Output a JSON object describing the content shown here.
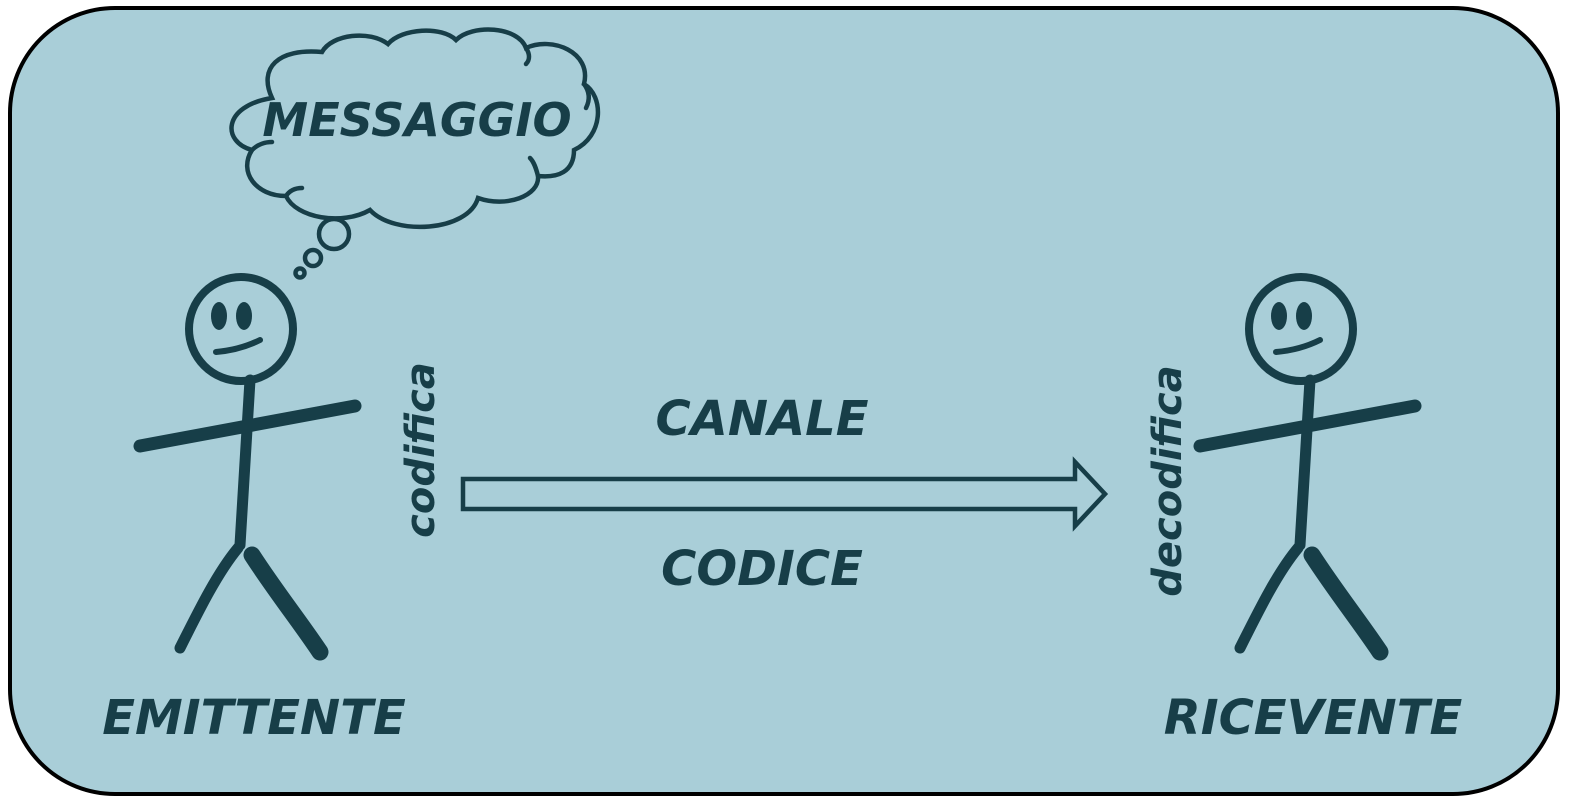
{
  "diagram": {
    "thought_label": "MESSAGGIO",
    "sender_label": "EMITTENTE",
    "receiver_label": "RICEVENTE",
    "channel_label": "CANALE",
    "code_label": "CODICE",
    "encode_label": "codifica",
    "decode_label": "decodifica"
  },
  "colors": {
    "background": "#a9ced8",
    "ink": "#173e48",
    "border": "#000000"
  },
  "icons": [
    "thought-bubble-icon",
    "stick-figure-icon",
    "arrow-right-icon"
  ]
}
